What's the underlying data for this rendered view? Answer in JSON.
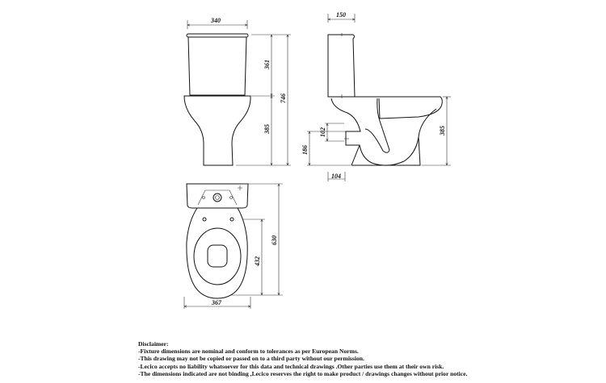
{
  "drawing": {
    "front_view": {
      "width_label": "340",
      "cistern_height_label": "361",
      "total_height_label": "746",
      "bowl_height_label": "385"
    },
    "side_view": {
      "cistern_depth_label": "150",
      "bowl_height_label": "385",
      "outlet_height_label": "102",
      "outlet_center_label": "186",
      "outlet_offset_label": "104"
    },
    "plan_view": {
      "length_label": "630",
      "seat_length_label": "432",
      "width_label": "367"
    }
  },
  "disclaimer": {
    "title": "Disclaimer:",
    "lines": [
      "-Fixture dimensions are nominal and conform to tolerances as per European Norms.",
      "-This drawing may not be copied or passed on to a third party without our permission.",
      "-Lecico accepts no liability whatsoever for this data and technical drawings .Other parties use them at their own risk.",
      "-The dimensions indicated are not binding ,Lecico reserves the right to make product / drawings changes without prior notice."
    ]
  }
}
